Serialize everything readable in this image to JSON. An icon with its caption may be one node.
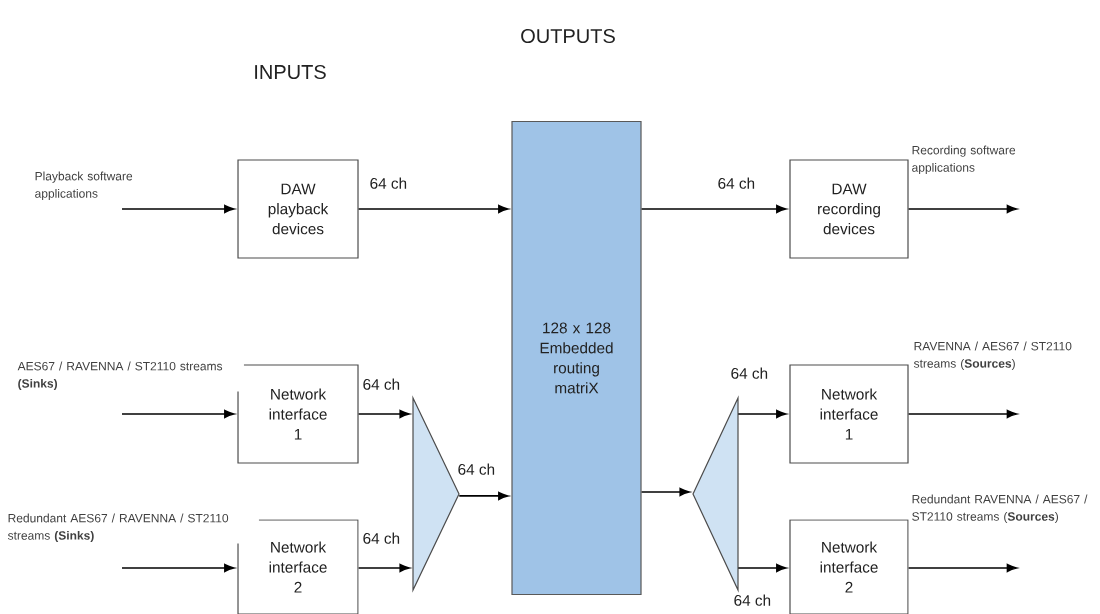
{
  "diagram": {
    "nodes": [
      {
        "text": [
          "DAW playback devices"
        ]
      },
      {
        "text": [
          "128 x 128 Embedded routing matriX"
        ]
      },
      {
        "text": [
          "DAW recording devices"
        ]
      },
      {
        "text": [
          "Network interface 1"
        ]
      },
      {
        "text": [
          "Network interface 2"
        ]
      },
      {
        "text": [],
        "shape": "triangle"
      },
      {
        "text": [],
        "shape": "triangle"
      },
      {
        "text": [
          "Network interface 1"
        ]
      },
      {
        "text": [
          "Network interface 2"
        ]
      }
    ],
    "edges": [
      {
        "from": null,
        "to": 0,
        "arrow": "to",
        "label": "Playback software applications"
      },
      {
        "from": 0,
        "to": 1,
        "arrow": "to",
        "label": "64  ch"
      },
      {
        "from": 1,
        "to": 2,
        "arrow": "to",
        "label": "64  ch"
      },
      {
        "from": 2,
        "to": null,
        "arrow": "to",
        "label": "Recording software applications"
      },
      {
        "from": null,
        "to": 3,
        "arrow": "to",
        "label": "AES67 / RAVENNA / ST2110 streams **(Sinks)**"
      },
      {
        "from": null,
        "to": 4,
        "arrow": "to",
        "label": "Redundant AES67 / RAVENNA / ST2110 streams **(Sinks)**"
      },
      {
        "from": 3,
        "to": 5,
        "arrow": "to",
        "label": "64  ch"
      },
      {
        "from": 4,
        "to": 5,
        "arrow": "to",
        "label": "64  ch"
      },
      {
        "from": 5,
        "to": 1,
        "arrow": "to",
        "label": "64  ch"
      },
      {
        "from": 1,
        "to": 6,
        "arrow": "to"
      },
      {
        "from": 6,
        "to": 7,
        "arrow": "to",
        "label": "64  ch"
      },
      {
        "from": 6,
        "to": 8,
        "arrow": "to",
        "label": "64  ch"
      },
      {
        "from": 7,
        "to": null,
        "arrow": "to",
        "label": "RAVENNA / AES67 / ST2110 streams (**Sources**)"
      },
      {
        "from": 8,
        "to": null,
        "arrow": "to",
        "label": "Redundant RAVENNA / AES67 / ST2110 streams (**Sources**)"
      }
    ],
    "labels": [
      "OUTPUTS",
      "INPUTS"
    ]
  }
}
